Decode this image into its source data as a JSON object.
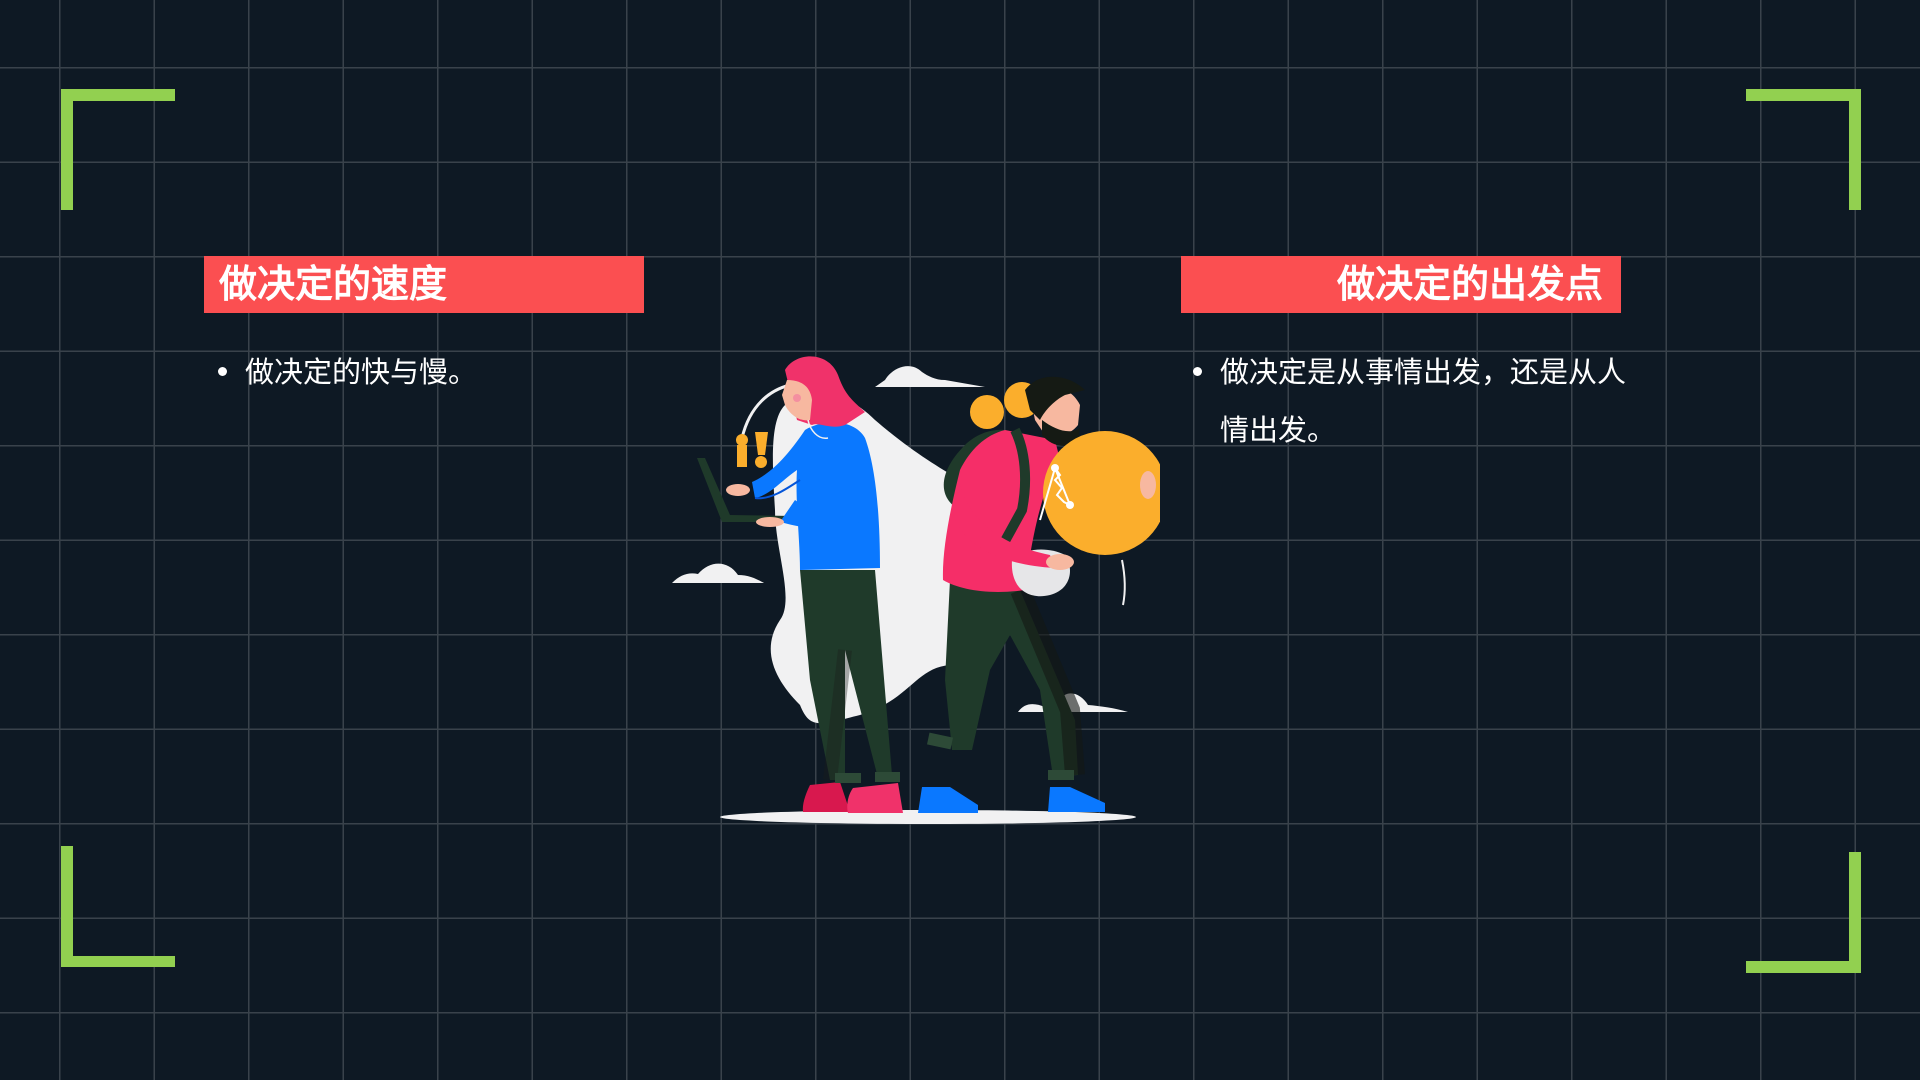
{
  "slide": {
    "background_color": "#0e1924",
    "grid_color": "#39424b",
    "accent_bracket_color": "#92d050",
    "banner_color": "#fb4f51"
  },
  "left_section": {
    "title": "做决定的速度",
    "bullets": [
      {
        "text": "做决定的快与慢。"
      }
    ]
  },
  "right_section": {
    "title": "做决定的出发点",
    "bullets": [
      {
        "text": "做决定是从事情出发，还是从人情出发。"
      }
    ]
  },
  "illustration": {
    "description": "woman-with-laptop-and-man-carrying-lightbulb",
    "colors": {
      "hair": "#f0326a",
      "woman_top": "#0a78ff",
      "pants": "#1f3a2a",
      "man_shirt": "#f52e68",
      "bulb": "#fbae2c",
      "blob": "#f1f1f2"
    }
  }
}
